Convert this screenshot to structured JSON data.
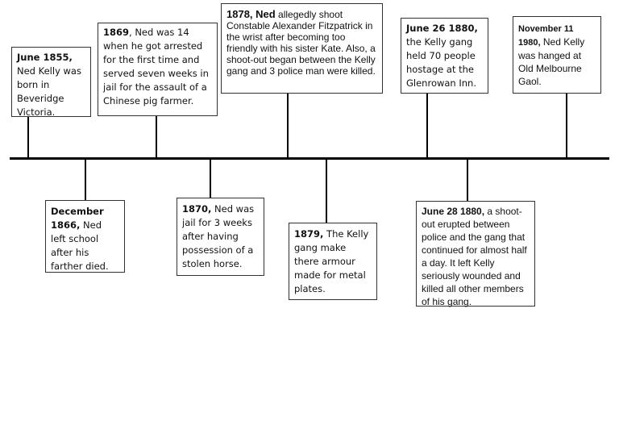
{
  "events": [
    {
      "date": "June 1855,",
      "text": " Ned Kelly was born in Beveridge Victoria."
    },
    {
      "date": "1869",
      "text": ", Ned was 14 when he got arrested for the first time and served seven weeks in jail for the assault of a Chinese pig farmer."
    },
    {
      "date": "1878, Ned",
      "text": " allegedly shoot Constable Alexander Fitzpatrick in the wrist after becoming too friendly with his sister Kate. Also, a shoot-out began between the Kelly gang and 3 police man were killed."
    },
    {
      "date": "June 26 1880,",
      "text": " the Kelly gang held 70 people hostage at the Glenrowan Inn."
    },
    {
      "date": "November 11 1980,",
      "text": " Ned Kelly was hanged at Old Melbourne Gaol."
    },
    {
      "date": "December 1866,",
      "text": " Ned left school after his farther died."
    },
    {
      "date": "1870,",
      "text": " Ned was jail for 3 weeks after having possession of a stolen horse."
    },
    {
      "date": "1879,",
      "text": " The Kelly gang make there armour made for metal plates."
    },
    {
      "date": "June 28 1880,",
      "text": " a shoot-out erupted between police and the gang that continued for almost half a day. It left Kelly seriously wounded and killed all other members of his gang."
    }
  ]
}
